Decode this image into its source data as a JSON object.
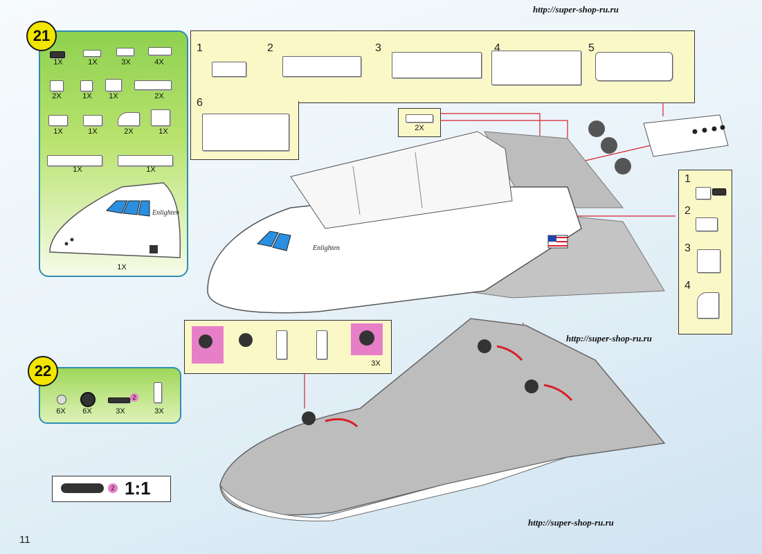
{
  "urls": [
    "http://super-shop-ru.ru",
    "http://super-shop-ru.ru",
    "http://super-shop-ru.ru"
  ],
  "step21": {
    "number": "21",
    "parts": [
      {
        "qty": "1X"
      },
      {
        "qty": "1X"
      },
      {
        "qty": "3X"
      },
      {
        "qty": "4X"
      },
      {
        "qty": "2X"
      },
      {
        "qty": "1X"
      },
      {
        "qty": "1X"
      },
      {
        "qty": "2X"
      },
      {
        "qty": "1X"
      },
      {
        "qty": "1X"
      },
      {
        "qty": "2X"
      },
      {
        "qty": "1X"
      },
      {
        "qty": "1X"
      },
      {
        "qty": "1X"
      }
    ],
    "cockpit_qty": "1X",
    "cockpit_label": "Enlighten"
  },
  "subassembly": {
    "steps": [
      "1",
      "2",
      "3",
      "4",
      "5",
      "6"
    ],
    "callout_qty": "2X"
  },
  "side_steps": [
    "1",
    "2",
    "3",
    "4"
  ],
  "shuttle_label": "Enlighten",
  "step22": {
    "number": "22",
    "parts": [
      {
        "qty": "6X"
      },
      {
        "qty": "6X"
      },
      {
        "qty": "3X"
      },
      {
        "qty": "3X"
      }
    ],
    "axle_marker": "2"
  },
  "gear_callout_qty": "3X",
  "scale": {
    "marker": "2",
    "label": "1:1"
  },
  "page_number": "11",
  "colors": {
    "badge": "#f2e600",
    "callout_bg": "#fbf8c8",
    "arrow": "#d6202a",
    "green": "#8fd14f",
    "pink": "#e77fc8"
  }
}
